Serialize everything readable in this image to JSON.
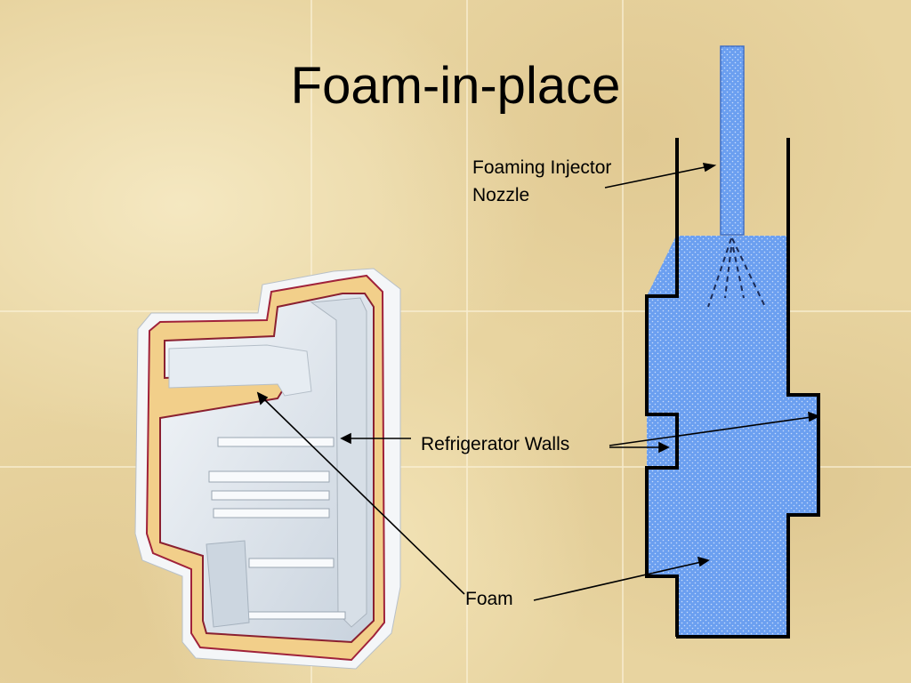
{
  "slide": {
    "title": "Foam-in-place"
  },
  "labels": {
    "nozzle_line1": "Foaming Injector",
    "nozzle_line2": "Nozzle",
    "walls": "Refrigerator Walls",
    "foam": "Foam"
  },
  "colors": {
    "background": "#e8d4a0",
    "foam_fill": "#6b9ff0",
    "wall_stroke": "#000000",
    "cabinet_insulation": "#f2cf8a",
    "cabinet_liner": "#dfe6ee"
  }
}
